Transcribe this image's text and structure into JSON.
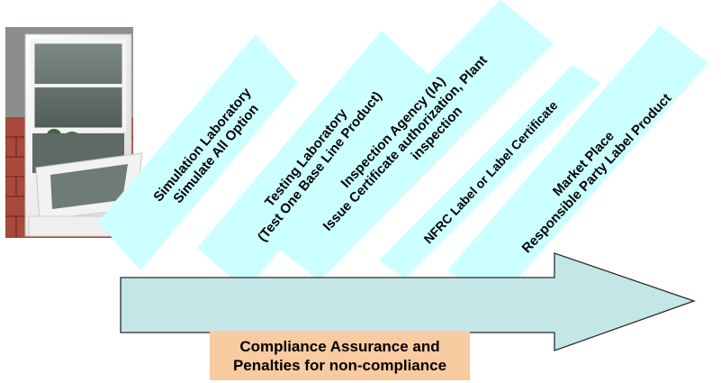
{
  "stages": [
    {
      "line1": "Simulation Laboratory",
      "line2": "Simulate All Option"
    },
    {
      "line1": "Testing Laboratory",
      "line2": "(Test One Base Line Product)"
    },
    {
      "line1": "Inspection Agency (IA)",
      "line2": "Issue Certificate authorization, Plant",
      "line3": "inspection"
    },
    {
      "line1": "NFRC Label or Label Certificate"
    },
    {
      "line1": "Market Place",
      "line2": "Responsible Party Label Product"
    }
  ],
  "footer": {
    "line1": "Compliance Assurance and",
    "line2": "Penalties for non-compliance"
  },
  "colors": {
    "band": "#ccffff",
    "arrow": "#c5e6e6",
    "arrow_stroke": "#2b2b2b",
    "footer_bg": "#f9cba0"
  },
  "icons": [
    "window-photo"
  ]
}
